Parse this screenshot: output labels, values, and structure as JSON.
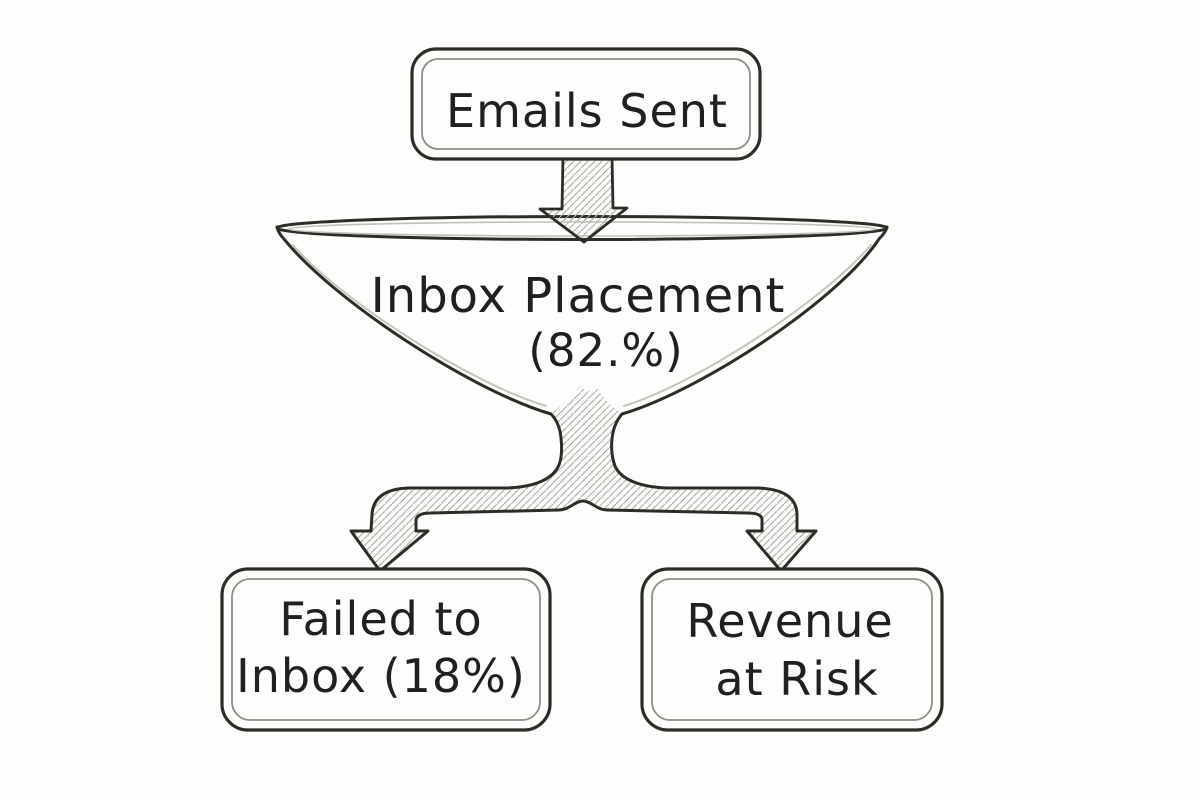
{
  "diagram": {
    "kind": "hand-drawn email deliverability funnel",
    "nodes": {
      "emails_sent": {
        "label": "Emails Sent"
      },
      "inbox_placement": {
        "line1": "Inbox Placement",
        "line2": "(82.%)"
      },
      "failed_to_inbox": {
        "line1": "Failed to",
        "line2": "Inbox (18%)"
      },
      "revenue_at_risk": {
        "line1": "Revenue",
        "line2": "at Risk"
      }
    },
    "edges": [
      {
        "from": "Emails Sent",
        "to": "Inbox Placement (82.%)"
      },
      {
        "from": "Inbox Placement (82.%)",
        "to": "Failed to Inbox (18%)"
      },
      {
        "from": "Inbox Placement (82.%)",
        "to": "Revenue at Risk"
      }
    ]
  },
  "colors": {
    "ink": "#2e2c29",
    "paper": "#fdfdfb",
    "shape_fill": "#fdfdfc",
    "hatch": "#b3b1ac",
    "highlight": "#c6c4bf",
    "inner_border": "#8f8d88",
    "rim_inner": "#c2c0bb",
    "text": "#21201e"
  }
}
